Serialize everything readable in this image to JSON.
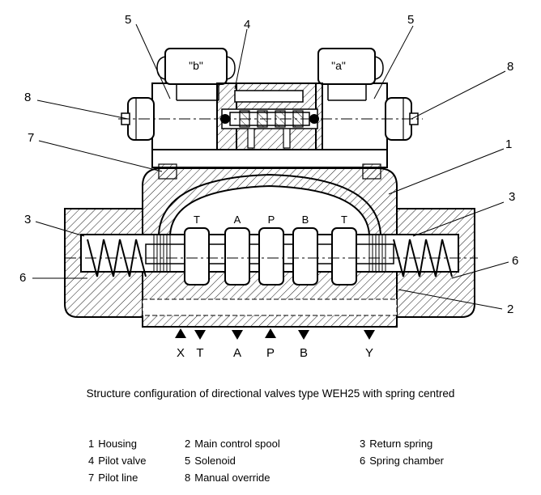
{
  "diagram": {
    "solenoid_labels": {
      "left": "\"b\"",
      "right": "\"a\""
    },
    "spool_ports": [
      "T",
      "A",
      "P",
      "B",
      "T"
    ],
    "callouts": [
      "5",
      "4",
      "5",
      "8",
      "8",
      "7",
      "1",
      "3",
      "3",
      "6",
      "6",
      "2"
    ],
    "bottom_ports": [
      "X",
      "T",
      "A",
      "P",
      "B",
      "Y"
    ]
  },
  "caption": "Structure configuration of directional valves type WEH25 with spring centred",
  "legend": [
    {
      "num": "1",
      "label": "Housing"
    },
    {
      "num": "2",
      "label": "Main control spool"
    },
    {
      "num": "3",
      "label": "Return spring"
    },
    {
      "num": "4",
      "label": "Pilot valve"
    },
    {
      "num": "5",
      "label": "Solenoid"
    },
    {
      "num": "6",
      "label": "Spring chamber"
    },
    {
      "num": "7",
      "label": "Pilot line"
    },
    {
      "num": "8",
      "label": "Manual override"
    }
  ]
}
